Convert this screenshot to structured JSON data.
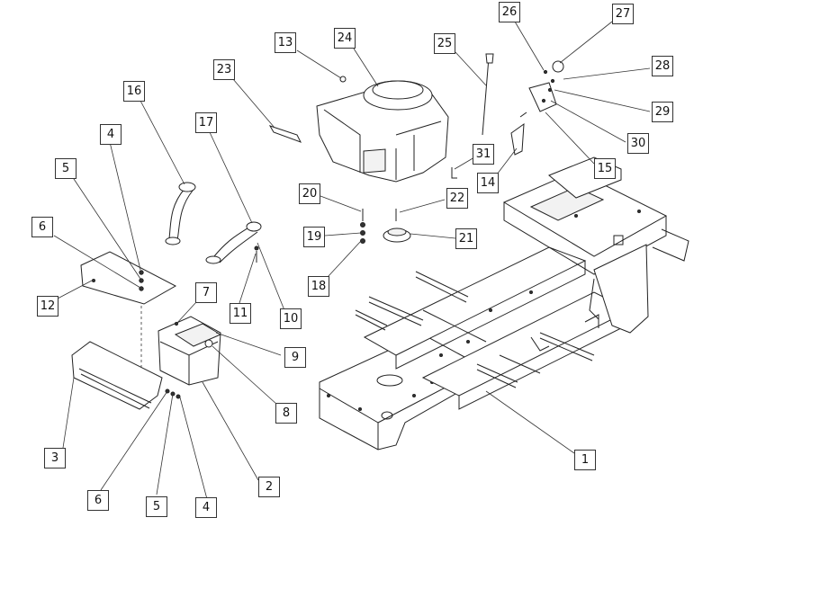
{
  "callouts": [
    {
      "id": "c1",
      "text": "1"
    },
    {
      "id": "c2",
      "text": "2"
    },
    {
      "id": "c3",
      "text": "3"
    },
    {
      "id": "c4a",
      "text": "4"
    },
    {
      "id": "c4b",
      "text": "4"
    },
    {
      "id": "c5a",
      "text": "5"
    },
    {
      "id": "c5b",
      "text": "5"
    },
    {
      "id": "c6a",
      "text": "6"
    },
    {
      "id": "c6b",
      "text": "6"
    },
    {
      "id": "c7",
      "text": "7"
    },
    {
      "id": "c8",
      "text": "8"
    },
    {
      "id": "c9",
      "text": "9"
    },
    {
      "id": "c10",
      "text": "10"
    },
    {
      "id": "c11",
      "text": "11"
    },
    {
      "id": "c12",
      "text": "12"
    },
    {
      "id": "c13",
      "text": "13"
    },
    {
      "id": "c14",
      "text": "14"
    },
    {
      "id": "c15",
      "text": "15"
    },
    {
      "id": "c16",
      "text": "16"
    },
    {
      "id": "c17",
      "text": "17"
    },
    {
      "id": "c18",
      "text": "18"
    },
    {
      "id": "c19",
      "text": "19"
    },
    {
      "id": "c20",
      "text": "20"
    },
    {
      "id": "c21",
      "text": "21"
    },
    {
      "id": "c22",
      "text": "22"
    },
    {
      "id": "c23",
      "text": "23"
    },
    {
      "id": "c24",
      "text": "24"
    },
    {
      "id": "c25",
      "text": "25"
    },
    {
      "id": "c26",
      "text": "26"
    },
    {
      "id": "c27",
      "text": "27"
    },
    {
      "id": "c28",
      "text": "28"
    },
    {
      "id": "c29",
      "text": "29"
    },
    {
      "id": "c30",
      "text": "30"
    },
    {
      "id": "c31",
      "text": "31"
    }
  ]
}
